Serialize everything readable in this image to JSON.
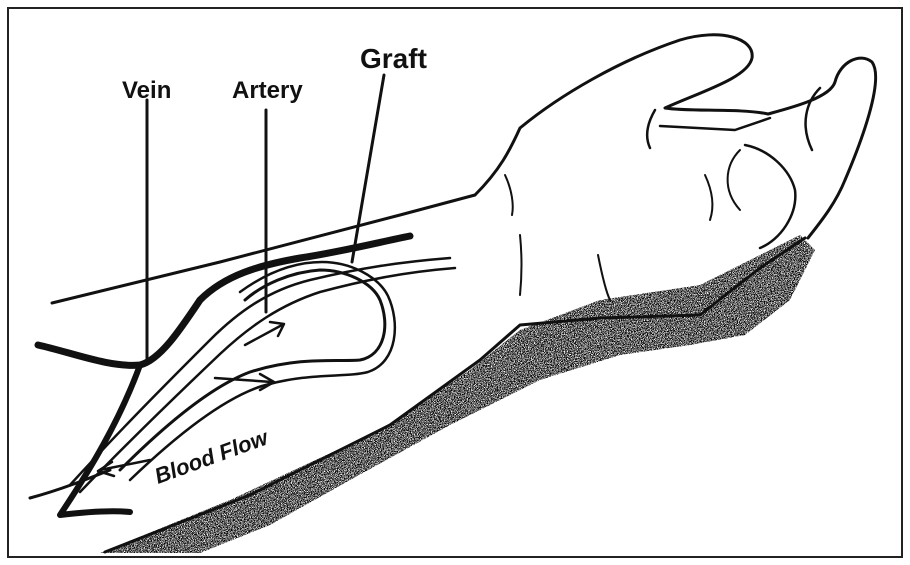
{
  "labels": {
    "vein": "Vein",
    "artery": "Artery",
    "graft": "Graft",
    "blood_flow": "Blood Flow"
  },
  "colors": {
    "ink": "#111111",
    "background": "#ffffff",
    "border": "#222222"
  }
}
